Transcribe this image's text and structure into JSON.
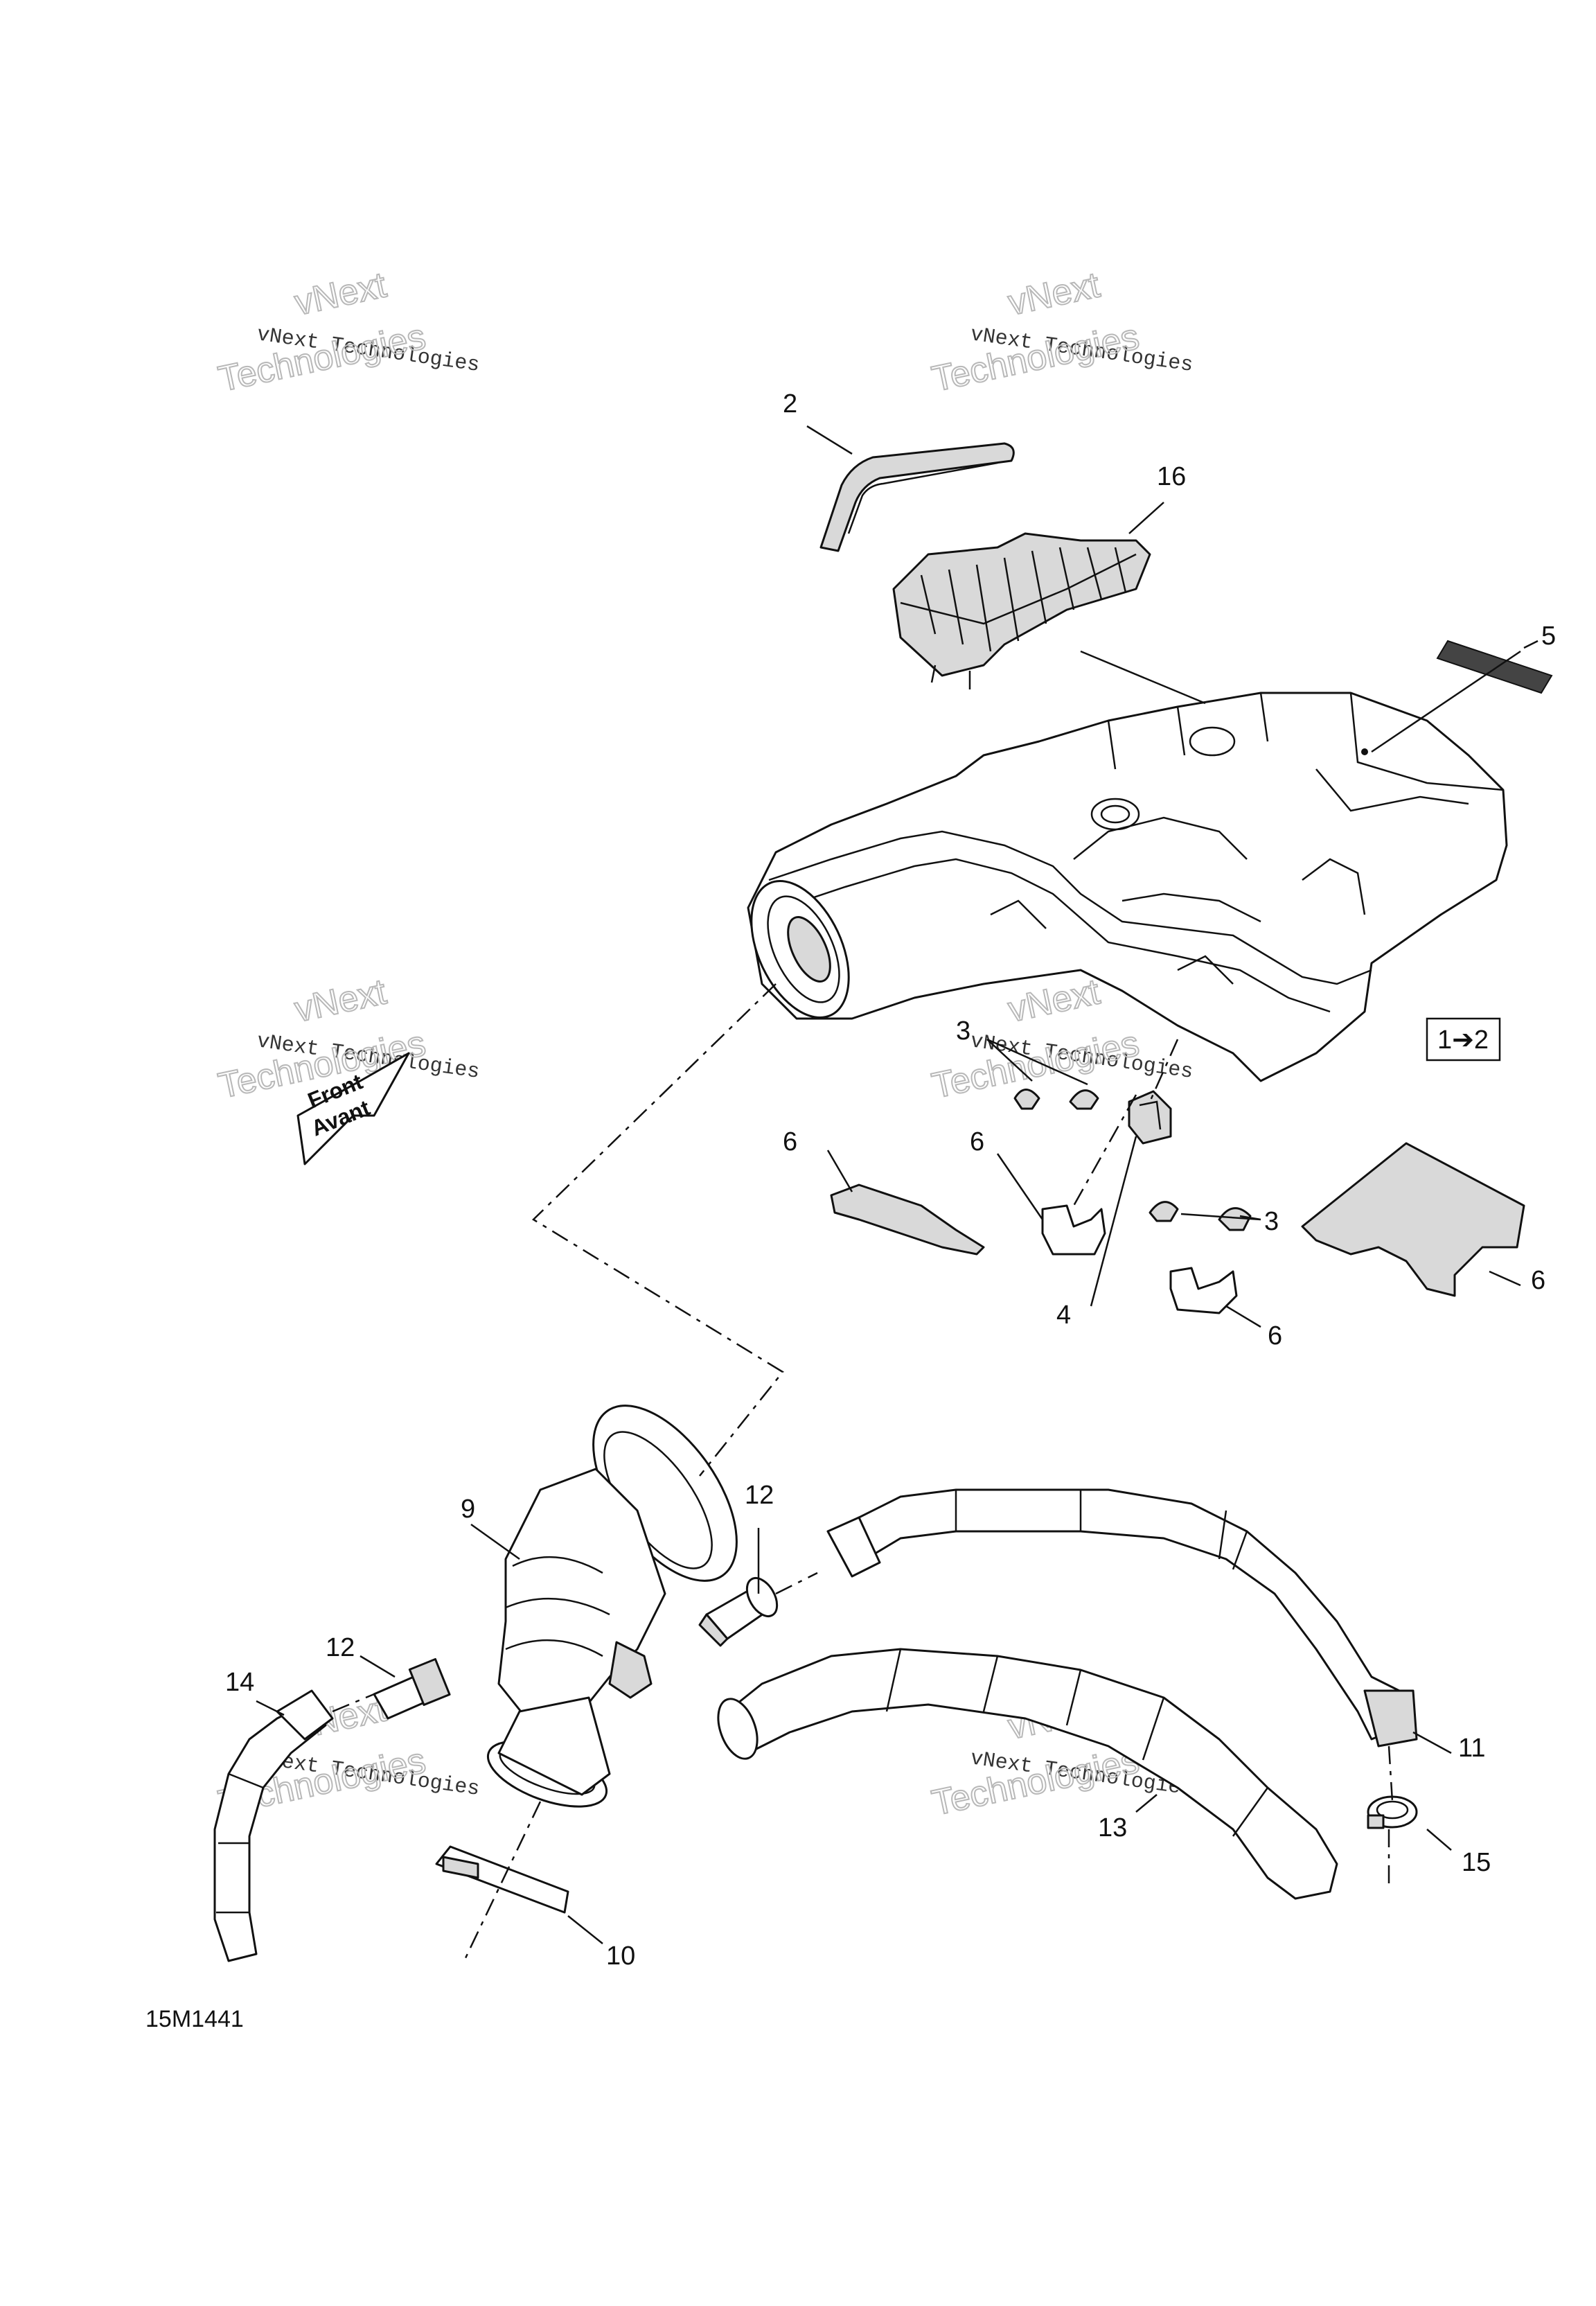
{
  "diagram_code": "15M1441",
  "watermark": {
    "top": "vNext",
    "line1": "vNext Technologies",
    "line2": "Technologies"
  },
  "front_label": {
    "line1": "Front",
    "line2": "Avant"
  },
  "ref_box": "1➔2",
  "callouts": {
    "c2": "2",
    "c16": "16",
    "c5": "5",
    "c3a": "3",
    "c3b": "3",
    "c6a": "6",
    "c6b": "6",
    "c6c": "6",
    "c6d": "6",
    "c4": "4",
    "c9": "9",
    "c12a": "12",
    "c12b": "12",
    "c14": "14",
    "c11": "11",
    "c13": "13",
    "c15": "15",
    "c10": "10"
  }
}
